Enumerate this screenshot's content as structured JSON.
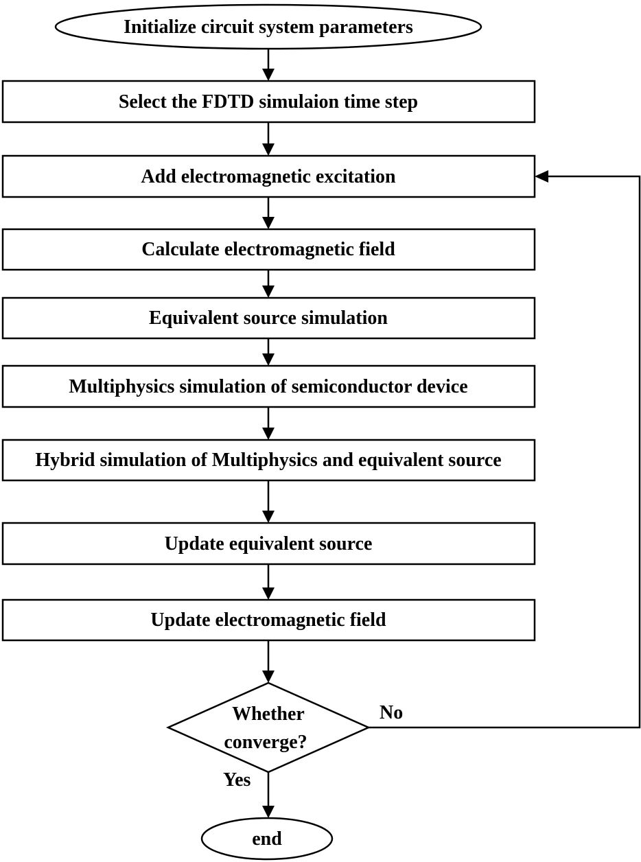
{
  "flowchart": {
    "start": "Initialize circuit system parameters",
    "steps": [
      "Select the FDTD simulaion time step",
      "Add electromagnetic excitation",
      "Calculate electromagnetic field",
      "Equivalent source simulation",
      "Multiphysics simulation of semiconductor device",
      "Hybrid simulation of Multiphysics and equivalent source",
      "Update equivalent source",
      "Update electromagnetic field"
    ],
    "decision": {
      "line1": "Whether",
      "line2": "converge?",
      "no_label": "No",
      "yes_label": "Yes"
    },
    "end": "end"
  }
}
